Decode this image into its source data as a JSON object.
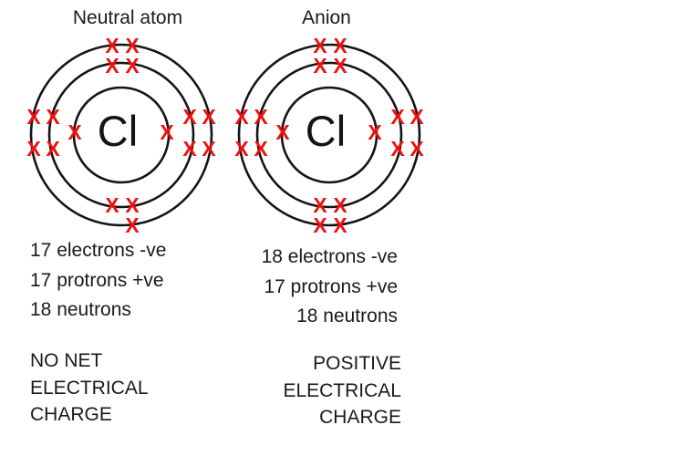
{
  "colors": {
    "electron": "#ee1111",
    "line": "#141414",
    "text": "#1a1a1a",
    "background": "#ffffff"
  },
  "electron_marker": "X",
  "diagrams": [
    {
      "id": "neutral",
      "title": "Neutral atom",
      "symbol": "Cl",
      "shells": [
        2,
        8,
        7
      ],
      "stats": [
        "17 electrons -ve",
        "17 protrons +ve",
        "18 neutrons"
      ],
      "charge": [
        "NO NET",
        "ELECTRICAL",
        "CHARGE"
      ]
    },
    {
      "id": "anion",
      "title": "Anion",
      "symbol": "Cl",
      "shells": [
        2,
        8,
        8
      ],
      "stats": [
        "18 electrons -ve",
        "17 protrons +ve",
        "18 neutrons"
      ],
      "charge": [
        "POSITIVE",
        "ELECTRICAL",
        "CHARGE"
      ]
    }
  ]
}
